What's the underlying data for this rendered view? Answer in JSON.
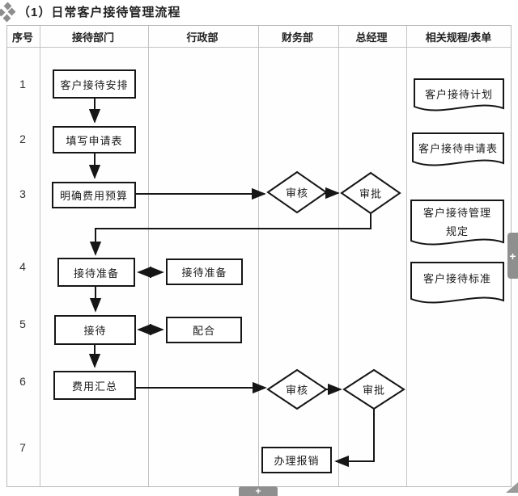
{
  "title": "（1）日常客户接待管理流程",
  "table": {
    "headers": {
      "no": "序号",
      "reception_dept": "接待部门",
      "admin_dept": "行政部",
      "finance_dept": "财务部",
      "general_manager": "总经理",
      "related_docs": "相关规程/表单"
    },
    "row_numbers": [
      "1",
      "2",
      "3",
      "4",
      "5",
      "6",
      "7"
    ]
  },
  "flow": {
    "arrange": "客户接待安排",
    "fill_form": "填写申请表",
    "budget": "明确费用预算",
    "review_1": "审核",
    "approve_1": "审批",
    "prepare": "接待准备",
    "prepare_admin": "接待准备",
    "reception": "接待",
    "cooperate": "配合",
    "expense_summary": "费用汇总",
    "review_2": "审核",
    "approve_2": "审批",
    "reimburse": "办理报销"
  },
  "documents": {
    "plan": "客户接待计划",
    "application_form": "客户接待申请表",
    "management_rules": "客户接待管理规定",
    "standard": "客户接待标准"
  },
  "overlay": {
    "plus_right": "+",
    "plus_bottom": "+"
  }
}
